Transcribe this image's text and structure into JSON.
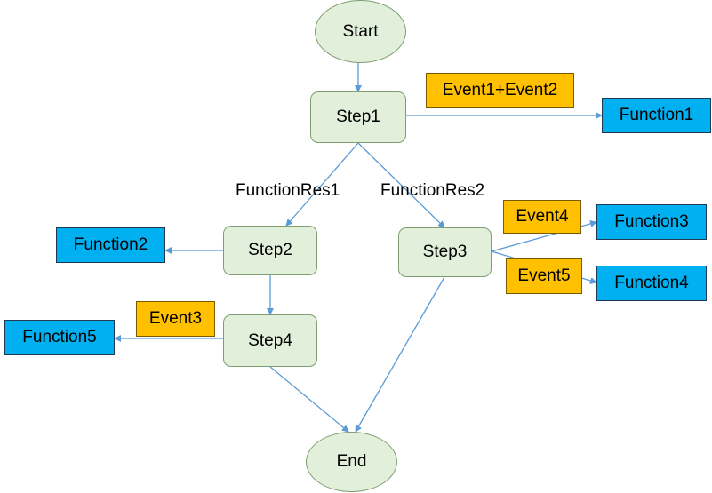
{
  "colors": {
    "start_end_fill": "#e2efda",
    "step_fill": "#e2efda",
    "function_fill": "#00b0f0",
    "event_fill": "#ffc000",
    "arrow": "#5b9bd5"
  },
  "nodes": {
    "start": "Start",
    "end": "End",
    "step1": "Step1",
    "step2": "Step2",
    "step3": "Step3",
    "step4": "Step4"
  },
  "functions": {
    "function1": "Function1",
    "function2": "Function2",
    "function3": "Function3",
    "function4": "Function4",
    "function5": "Function5"
  },
  "events": {
    "event1_2": "Event1+Event2",
    "event3": "Event3",
    "event4": "Event4",
    "event5": "Event5"
  },
  "edge_labels": {
    "function_res1": "FunctionRes1",
    "function_res2": "FunctionRes2"
  }
}
